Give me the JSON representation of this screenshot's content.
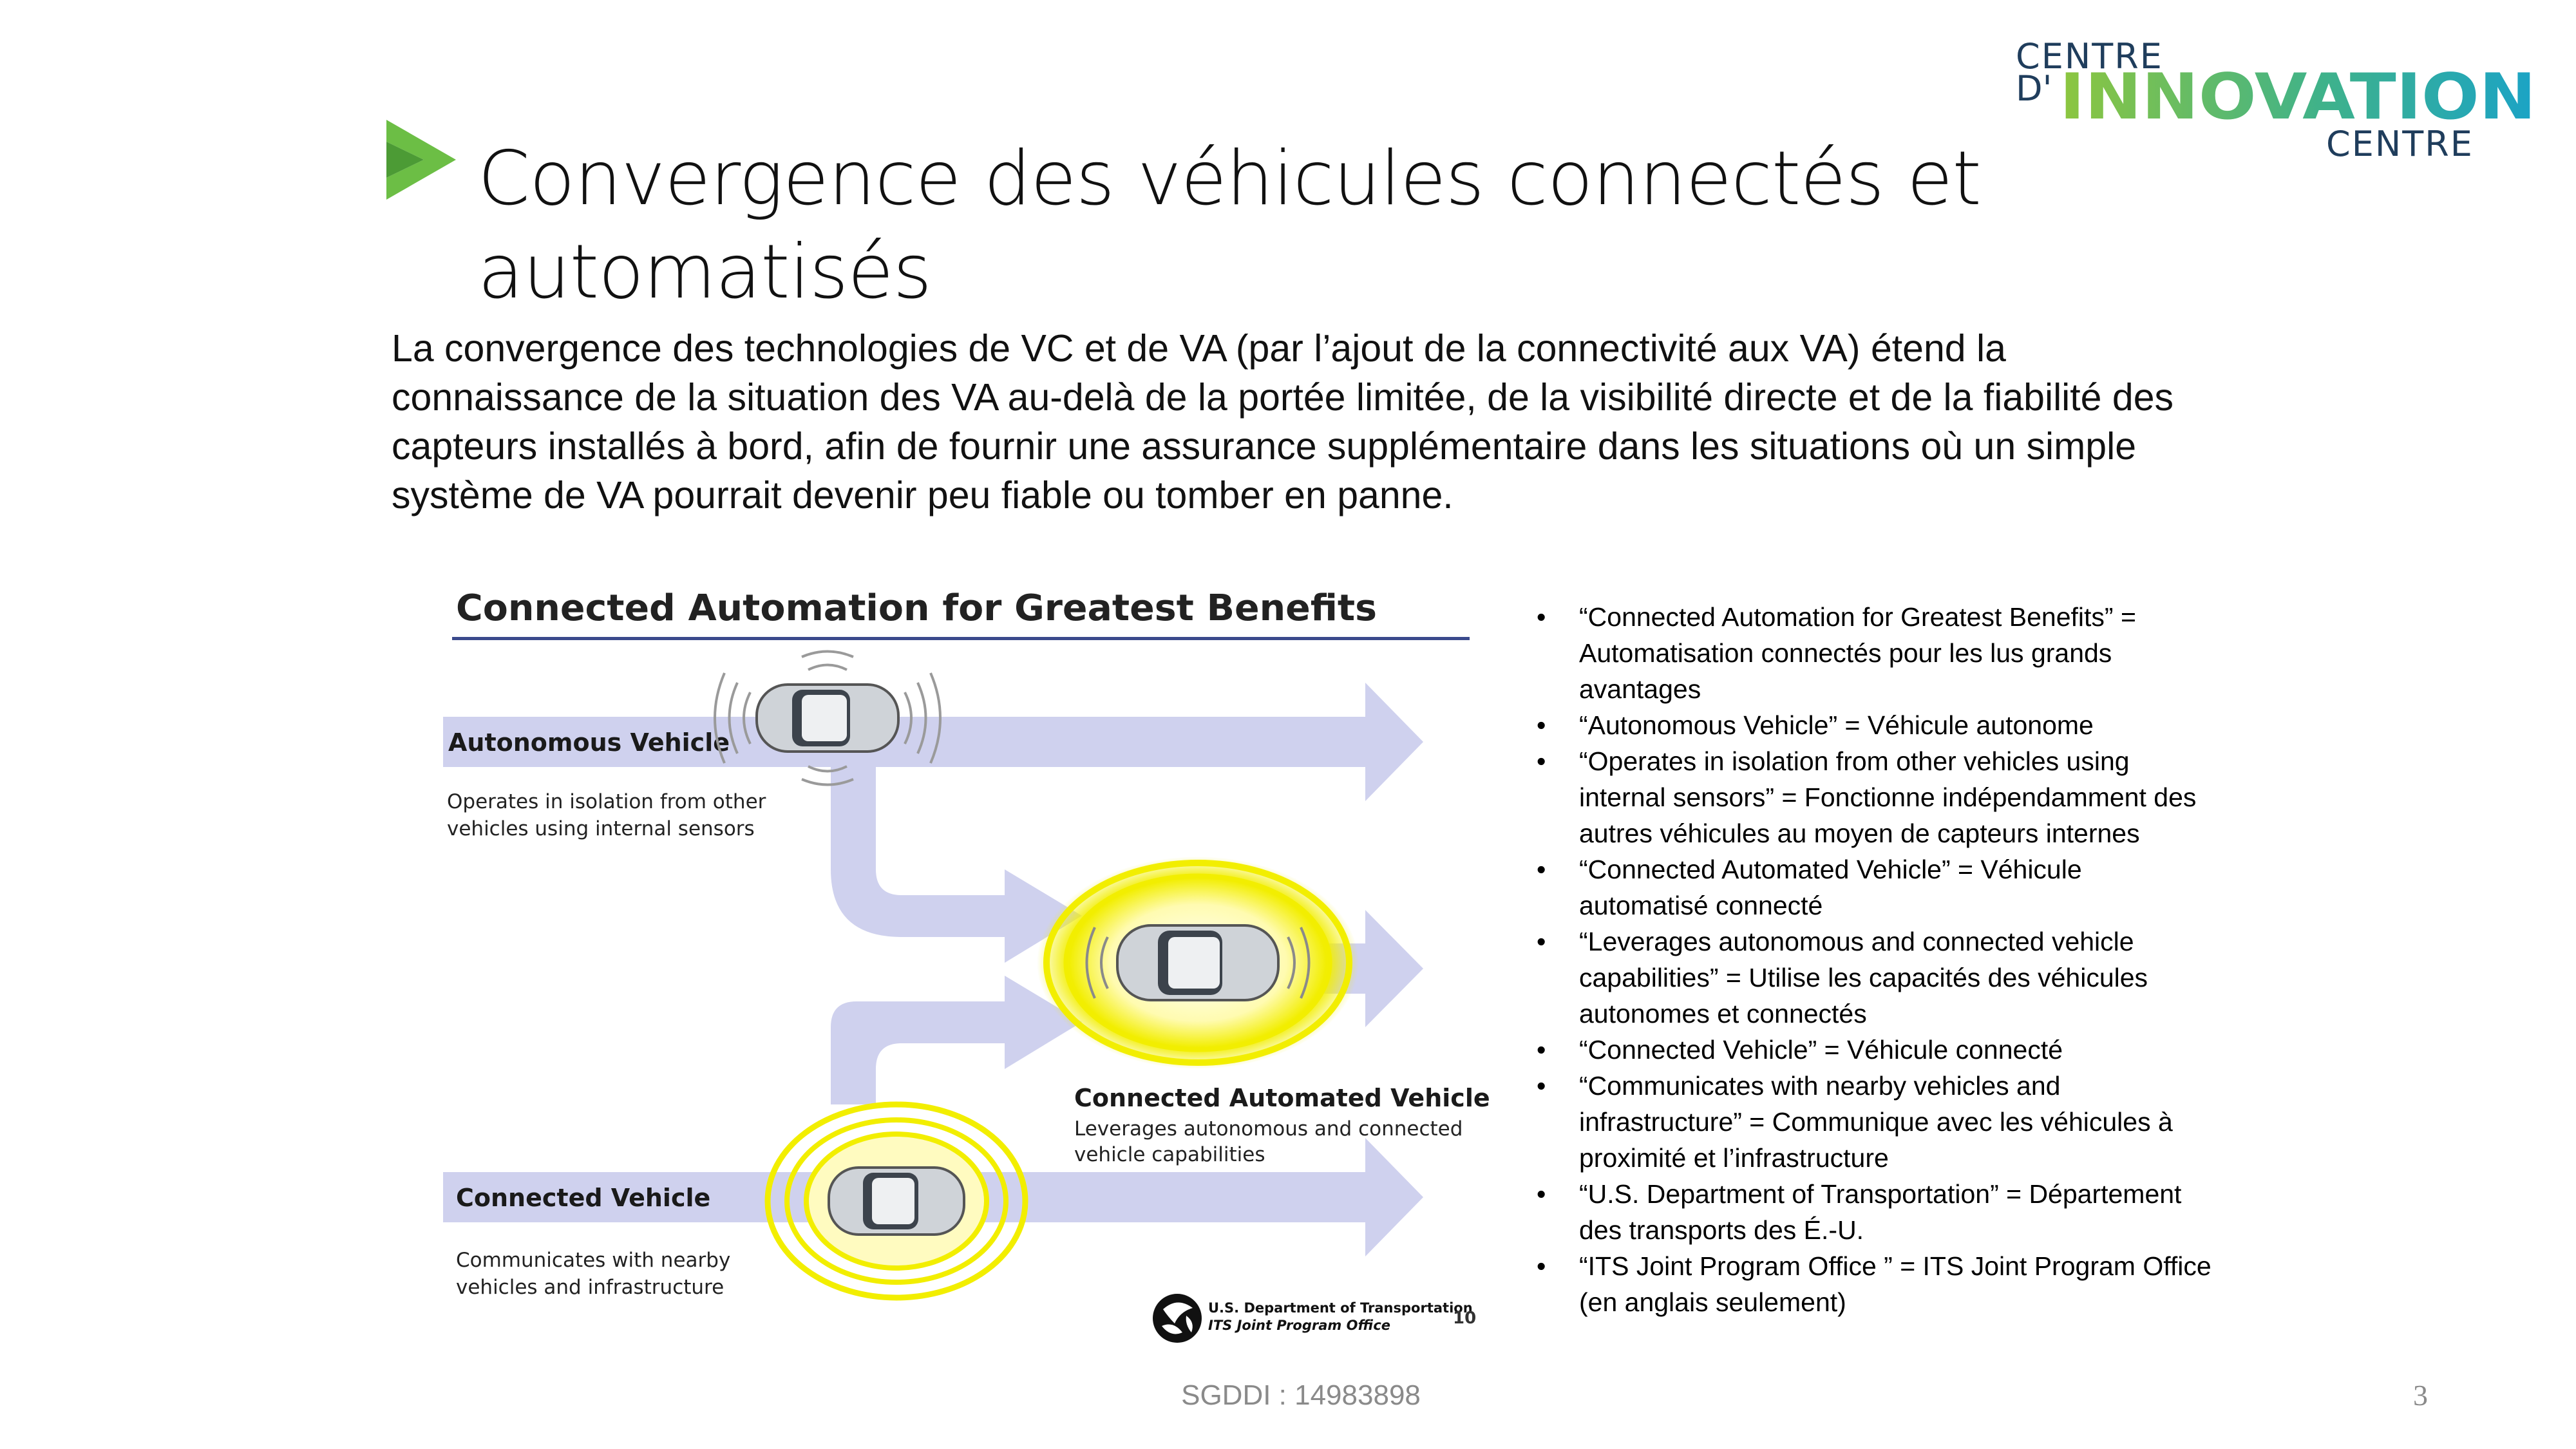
{
  "logo": {
    "line1": "CENTRE",
    "line2_prefix": "D'",
    "line2_main": "INNOVATION",
    "line3": "CENTRE",
    "colors": {
      "dark": "#1f3d5c",
      "green": "#8dc63f",
      "blue": "#1ba3c6"
    }
  },
  "slide": {
    "title_line1": "Convergence des véhicules connectés et",
    "title_line2": "automatisés",
    "intro": "La convergence des technologies de VC et de VA (par l’ajout de la connectivité aux VA) étend la connaissance de la situation des VA au-delà de la portée limitée, de la visibilité directe et de la fiabilité des capteurs installés à bord, afin de fournir une assurance supplémentaire dans les situations où un simple système de VA pourrait devenir peu fiable ou tomber en panne.",
    "accent_color": "#6cbe45"
  },
  "figure": {
    "heading": "Connected Automation for Greatest Benefits",
    "av_label": "Autonomous Vehicle",
    "av_desc1": "Operates in isolation from other",
    "av_desc2": "vehicles using internal sensors",
    "cav_label": "Connected Automated Vehicle",
    "cav_desc1": "Leverages autonomous and connected",
    "cav_desc2": "vehicle capabilities",
    "cv_label": "Connected Vehicle",
    "cv_desc1": "Communicates with nearby",
    "cv_desc2": "vehicles and infrastructure",
    "dot_line1": "U.S. Department of Transportation",
    "dot_line2": "ITS Joint Program Office",
    "page": "10",
    "colors": {
      "arrow": "#cfd1ee",
      "glow": "#f2ee00",
      "rule": "#3b4a8c"
    }
  },
  "notes": [
    "“Connected Automation for Greatest Benefits” = Automatisation connectés pour les lus grands avantages",
    "“Autonomous Vehicle” = Véhicule autonome",
    "“Operates in isolation from other vehicles using internal sensors” = Fonctionne indépendamment des autres véhicules au moyen de capteurs internes",
    "“Connected Automated Vehicle” = Véhicule automatisé connecté",
    "“Leverages autonomous and connected vehicle capabilities” = Utilise les capacités des véhicules autonomes et connectés",
    "“Connected Vehicle” = Véhicule connecté",
    "“Communicates with nearby vehicles and infrastructure” = Communique avec les véhicules à proximité et l’infrastructure",
    "“U.S. Department of Transportation” = Département des transports des É.-U.",
    "“ITS Joint Program Office ” = ITS Joint Program Office (en anglais seulement)"
  ],
  "footer": {
    "doc_id": "SGDDI : 14983898",
    "page_number": "3"
  }
}
